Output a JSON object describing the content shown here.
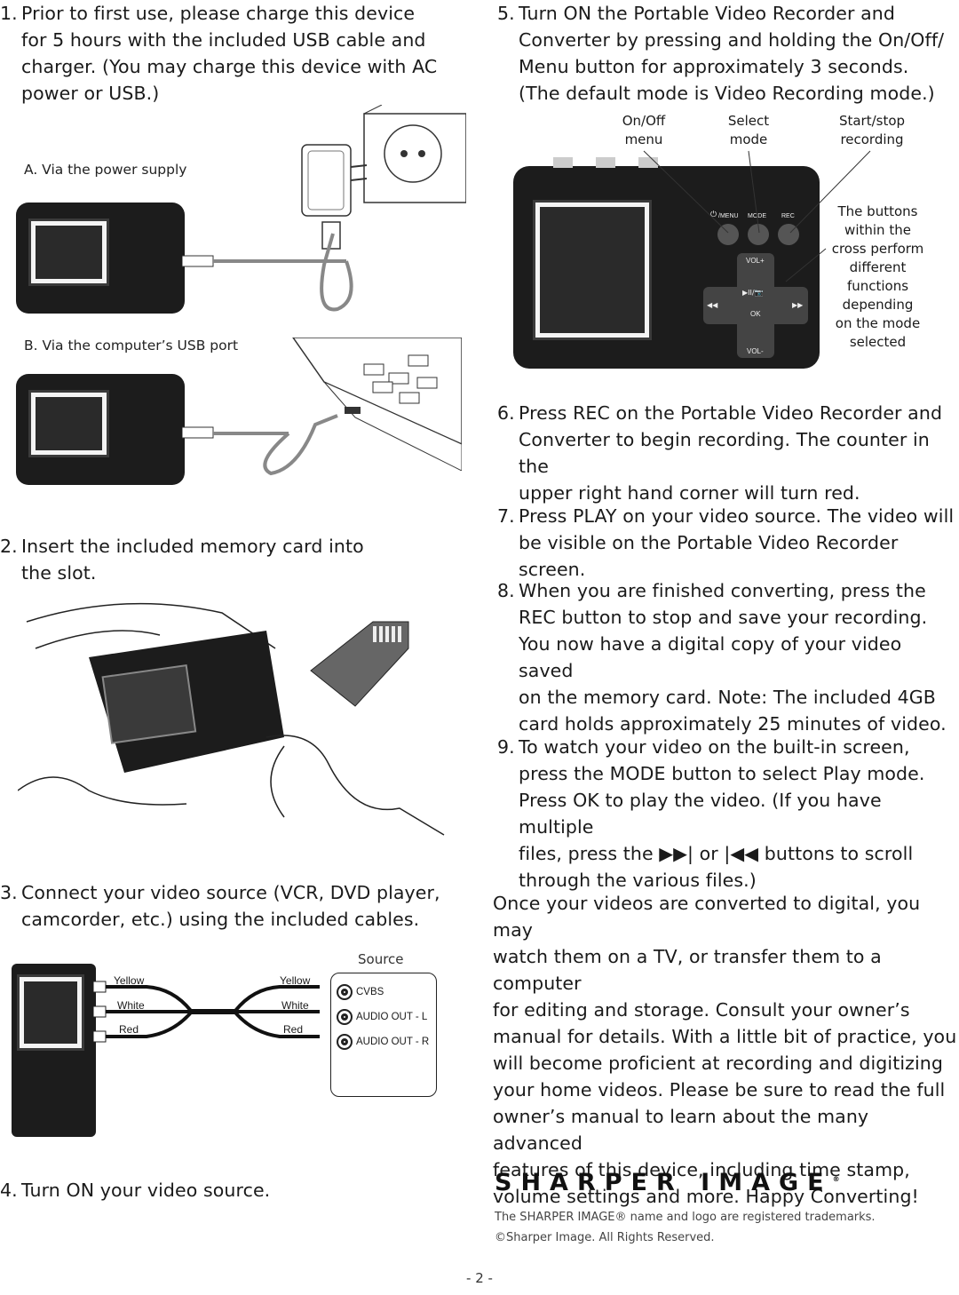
{
  "steps": [
    {
      "num": "1.",
      "text": "Prior to first use, please charge this device\nfor 5 hours with the included USB cable and\ncharger. (You may charge this device with AC\npower or USB.)"
    },
    {
      "num": "2.",
      "text": "Insert the included memory card into\nthe slot."
    },
    {
      "num": "3.",
      "text": "Connect your video source (VCR, DVD player,\ncamcorder, etc.) using the included cables."
    },
    {
      "num": "4.",
      "text": "Turn ON your video source."
    },
    {
      "num": "5.",
      "text": "Turn ON the Portable Video Recorder and\nConverter by pressing and holding the On/Off/\nMenu button for approximately 3 seconds.\n(The default mode is Video Recording mode.)"
    },
    {
      "num": "6.",
      "text": "Press REC on the Portable Video Recorder and\nConverter to begin recording. The counter in the\nupper right hand corner will turn red."
    },
    {
      "num": "7.",
      "text": "Press PLAY on your video source. The video will\nbe visible on the Portable Video Recorder screen."
    },
    {
      "num": "8.",
      "text": "When you are finished converting, press the\nREC button to stop and save your recording.\nYou now have a digital copy of your video saved\non the memory card. Note: The included 4GB\ncard holds approximately 25 minutes of video."
    },
    {
      "num": "9.",
      "text": "To watch your video on the built-in screen,\npress the MODE button to select Play mode.\nPress OK to play the video. (If you have multiple\nfiles, press the ▶▶| or |◀◀ buttons to scroll\nthrough the various files.)"
    }
  ],
  "figure1": {
    "caption_a": "A. Via the power supply",
    "caption_b": "B. Via the computer’s USB port"
  },
  "figure3": {
    "source_title": "Source",
    "left_labels": [
      "Yellow",
      "White",
      "Red"
    ],
    "right_labels": [
      "Yellow",
      "White",
      "Red"
    ],
    "ports": [
      "CVBS",
      "AUDIO OUT - L",
      "AUDIO OUT - R"
    ]
  },
  "figure5": {
    "label_onoff": "On/Off\nmenu",
    "label_select": "Select\nmode",
    "label_start": "Start/stop\nrecording",
    "label_cross": "The buttons\nwithin the\ncross perform\ndifferent\nfunctions\ndepending\non the mode\nselected",
    "btn_menu": "/MENU",
    "btn_mode": "MODE",
    "btn_rec": "REC",
    "pad_up": "VOL+",
    "pad_center": "▶II/📷",
    "pad_ok": "OK",
    "pad_down": "VOL-",
    "pad_left": "◀◀",
    "pad_right": "▶▶"
  },
  "closing": "Once your videos are converted to digital, you may\nwatch them on a TV, or transfer them to a computer\nfor editing and storage. Consult your owner’s\nmanual for details. With a little bit of practice, you\nwill become proficient at recording and digitizing\nyour home videos. Please be sure to read the full\nowner’s manual to learn about the many advanced\nfeatures of this device, including time stamp,\nvolume settings and more. Happy Converting!",
  "brand": {
    "logo": "SHARPER IMAGE",
    "reg": "®",
    "trademark": "The SHARPER IMAGE® name and logo are registered trademarks.",
    "copyright": "©Sharper Image. All Rights Reserved."
  },
  "page_number": "- 2 -"
}
